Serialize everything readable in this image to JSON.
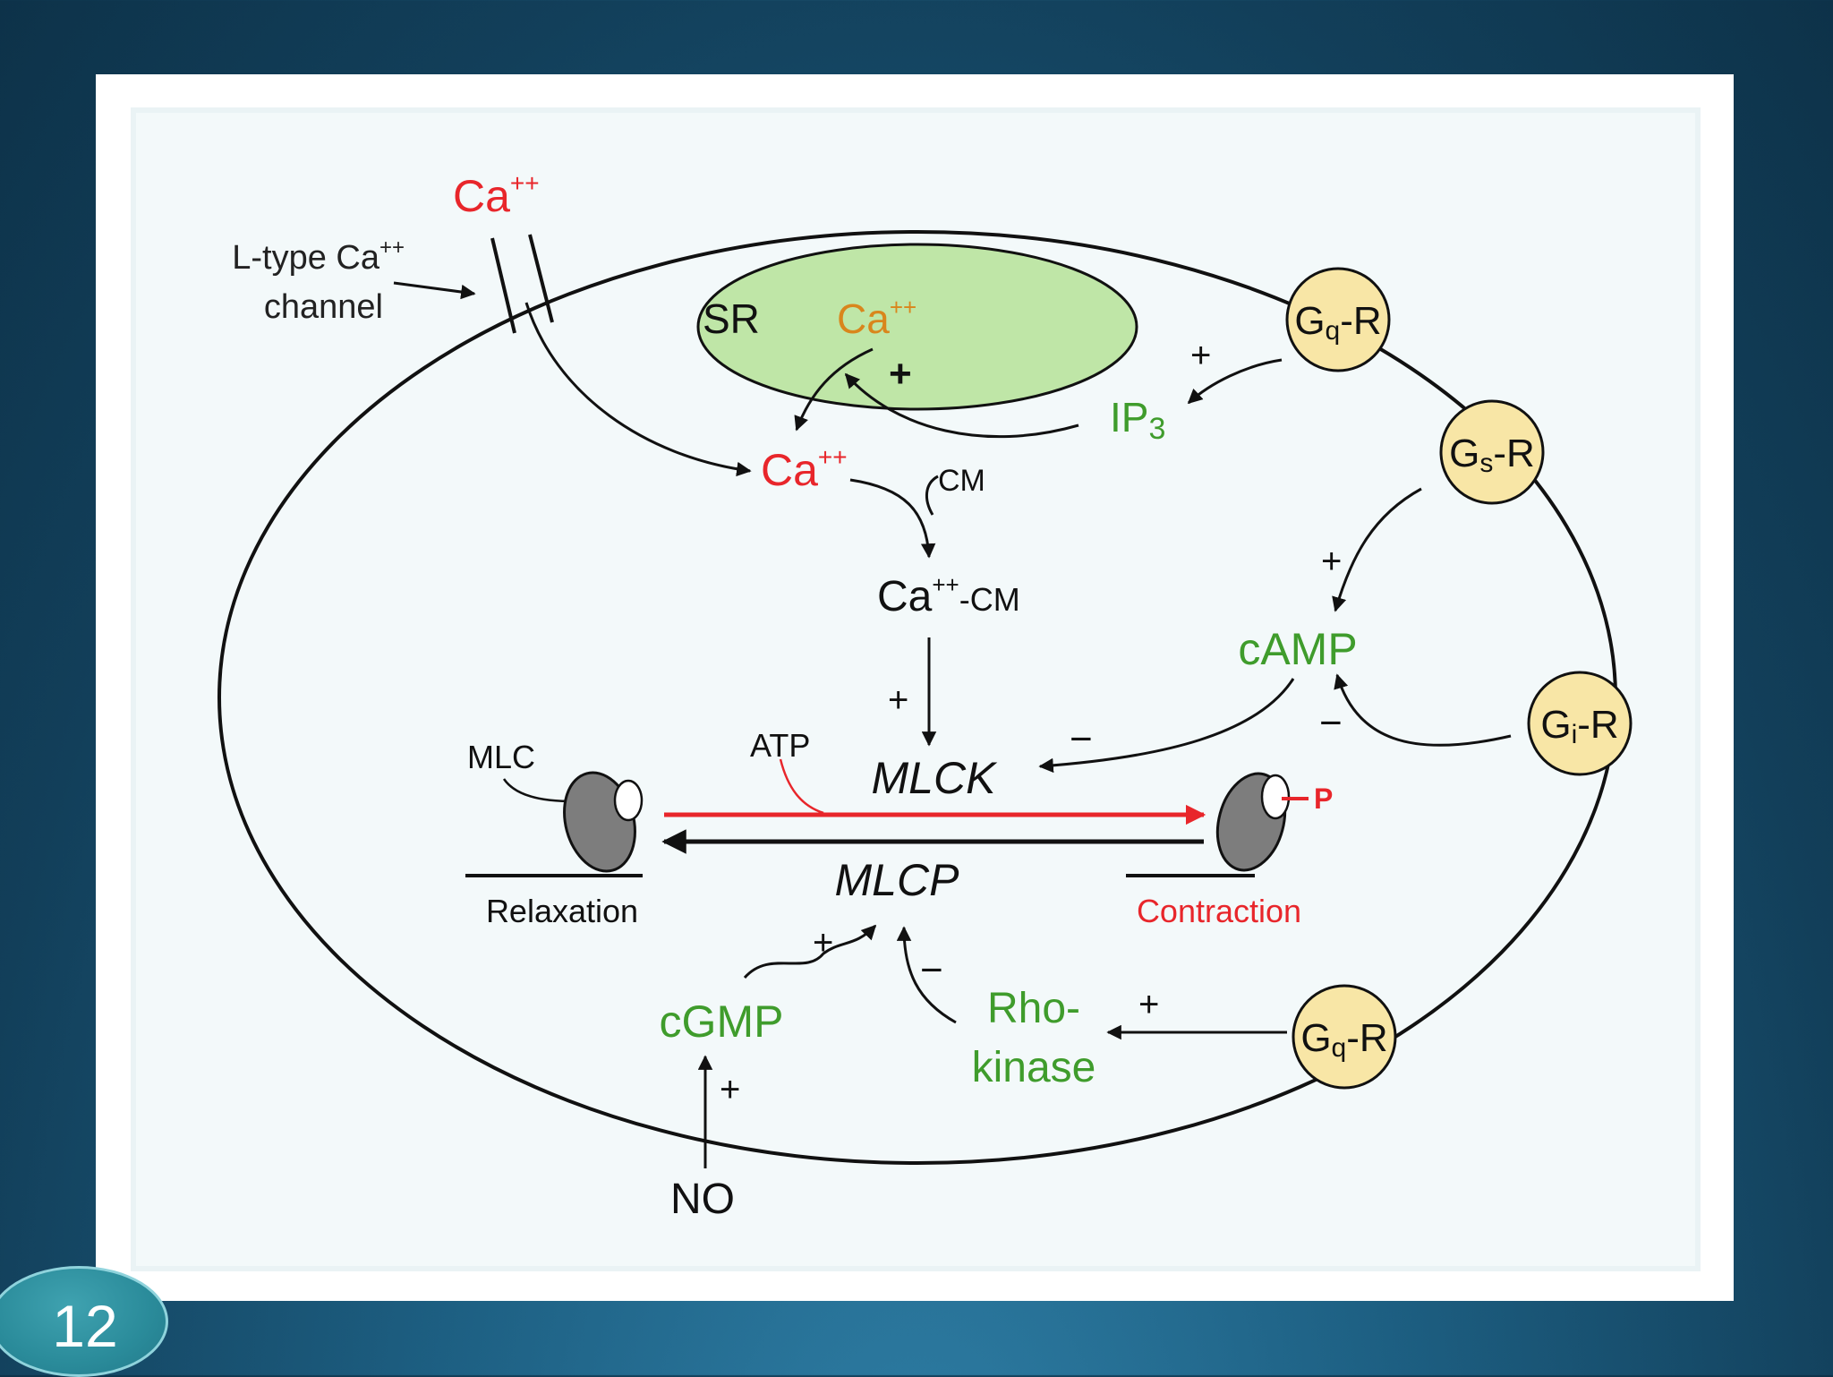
{
  "slide": {
    "number": "12"
  },
  "diagram": {
    "ca_outside": "Ca",
    "ca_outside_sup": "++",
    "channel_line1": "L-type Ca",
    "channel_line1_sup": "++",
    "channel_line2": "channel",
    "sr": "SR",
    "sr_ca": "Ca",
    "sr_ca_sup": "++",
    "sr_plus": "+",
    "ip3_plus": "+",
    "ip3": "IP",
    "ip3_sub": "3",
    "ca_cytosol": "Ca",
    "ca_cytosol_sup": "++",
    "cm": "CM",
    "ca_cm": "Ca",
    "ca_cm_sup": "++",
    "ca_cm_suffix": "-CM",
    "plus_mlck": "+",
    "mlck": "MLCK",
    "minus_mlck": "−",
    "atp": "ATP",
    "mlc": "MLC",
    "relaxation": "Relaxation",
    "mlcp": "MLCP",
    "contraction": "Contraction",
    "p_label": "P",
    "camp": "cAMP",
    "camp_plus": "+",
    "camp_minus": "−",
    "cgmp": "cGMP",
    "cgmp_plus": "+",
    "rho_minus": "−",
    "rho_line1": "Rho-",
    "rho_line2": "kinase",
    "rho_plus": "+",
    "no_plus": "+",
    "no": "NO",
    "gq_r_top": {
      "g": "G",
      "sub": "q",
      "suffix": "-R"
    },
    "gs_r": {
      "g": "G",
      "sub": "s",
      "suffix": "-R"
    },
    "gi_r": {
      "g": "G",
      "sub": "i",
      "suffix": "-R"
    },
    "gq_r_bottom": {
      "g": "G",
      "sub": "q",
      "suffix": "-R"
    }
  },
  "colors": {
    "red": "#e8262b",
    "green": "#3f9c2c",
    "orange": "#d9861c",
    "receptor_fill": "#f8e6a6",
    "sr_fill": "#bfe6a7",
    "myosin_fill": "#7d7d7d"
  }
}
